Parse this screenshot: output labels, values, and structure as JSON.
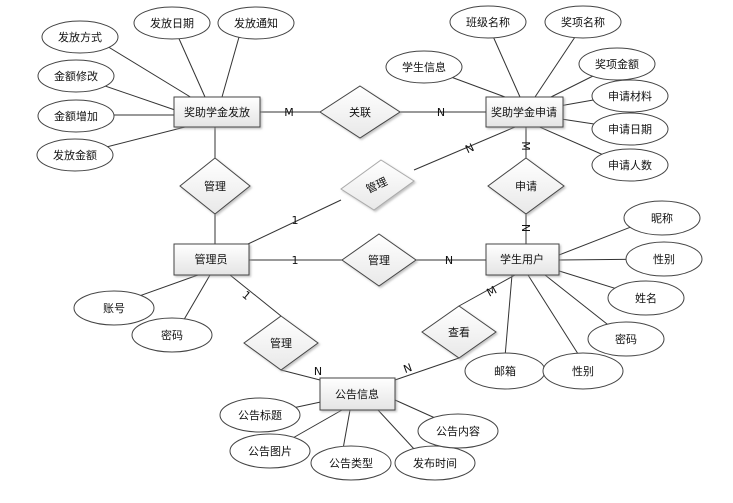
{
  "entities": {
    "scholarship_grant": "奖助学金发放",
    "scholarship_application": "奖助学金申请",
    "admin": "管理员",
    "student_user": "学生用户",
    "announcement": "公告信息"
  },
  "relationships": {
    "link": "关联",
    "manage_grant": "管理",
    "manage_application": "管理",
    "apply": "申请",
    "manage_student": "管理",
    "manage_announcement": "管理",
    "view": "查看"
  },
  "attributes": {
    "grant": [
      "发放方式",
      "发放日期",
      "发放通知",
      "金额修改",
      "金额增加",
      "发放金额"
    ],
    "application": [
      "班级名称",
      "奖项名称",
      "学生信息",
      "奖项金额",
      "申请材料",
      "申请日期",
      "申请人数"
    ],
    "admin": [
      "账号",
      "密码"
    ],
    "student": [
      "昵称",
      "性别",
      "姓名",
      "密码",
      "邮箱",
      "性别"
    ],
    "announcement": [
      "公告标题",
      "公告图片",
      "公告类型",
      "发布时间",
      "公告内容"
    ]
  },
  "cardinalities": {
    "grant_link": "M",
    "link_application": "N",
    "application_apply": "M",
    "apply_student": "N",
    "admin_manage_application": "1",
    "manage_application_app": "N",
    "admin_manage_student": "1",
    "manage_student_student": "N",
    "admin_manage_announcement": "1",
    "manage_announcement_ann": "N",
    "student_view": "M",
    "view_announcement": "N"
  }
}
